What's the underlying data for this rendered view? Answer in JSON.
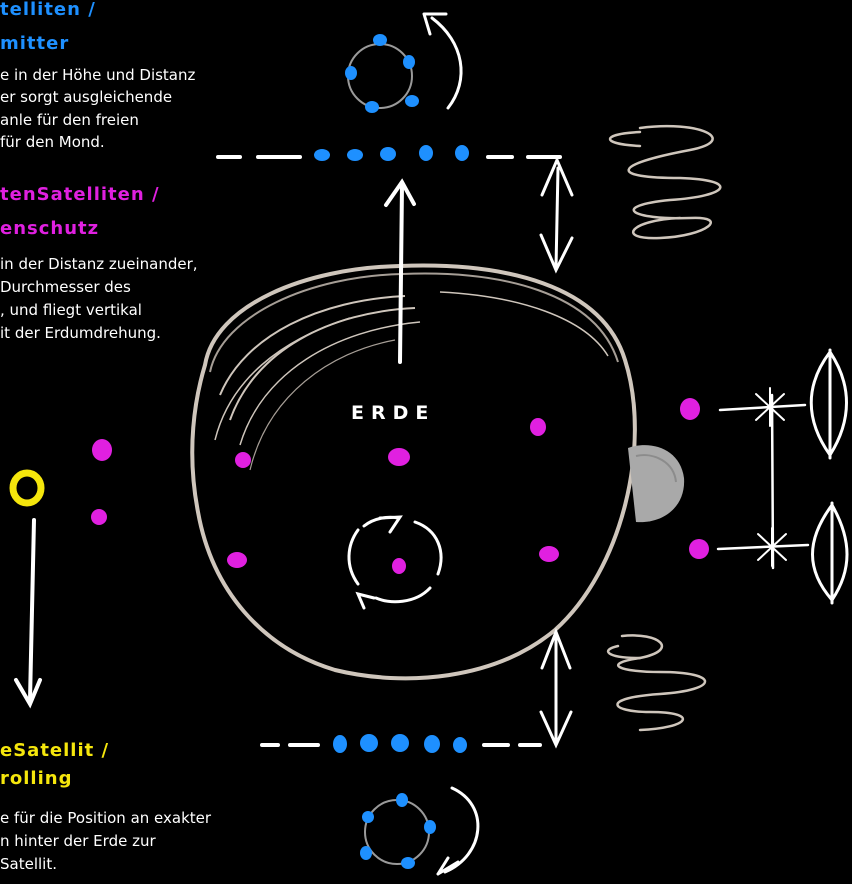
{
  "colors": {
    "background": "#000000",
    "text": "#ffffff",
    "blue": "#1e90ff",
    "magenta": "#e020e0",
    "yellow": "#f5e60c",
    "earth_outline": "#cfc6bc",
    "moon": "#a9a9a9"
  },
  "earth": {
    "label": "ERDE"
  },
  "sections": [
    {
      "color": "blue",
      "heading": [
        "telliten /",
        "mitter"
      ],
      "body": [
        "e in der Höhe und Distanz",
        "er sorgt ausgleichende",
        "anle für den freien",
        " für den Mond."
      ]
    },
    {
      "color": "magenta",
      "heading": [
        "tenSatelliten /",
        "enschutz"
      ],
      "body": [
        " in der Distanz zueinander,",
        "Durchmesser des",
        ", und fliegt vertikal",
        "it der Erdumdrehung."
      ]
    },
    {
      "color": "yellow",
      "heading": [
        "eSatellit /",
        "rolling"
      ],
      "body": [
        "e für die Position an exakter",
        "n hinter der Erde zur",
        "Satellit."
      ]
    }
  ],
  "icons": [
    "rotation-arrow-icon",
    "double-headed-arrow-icon",
    "wave-squiggle-icon",
    "star-marker-icon",
    "satellite-dot-icon",
    "moon-icon"
  ]
}
